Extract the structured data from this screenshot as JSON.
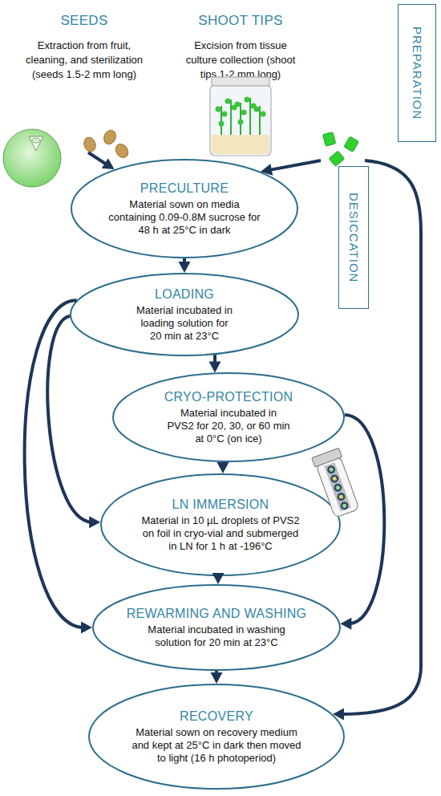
{
  "diagram": {
    "nodes": [
      {
        "text": [
          "SEEDS",
          "Extraction from fruit, cleaning, and sterilization (seeds 1.5-2 mm long)"
        ]
      },
      {
        "text": [
          "SHOOT TIPS",
          "Excision from tissue culture collection (shoot tips 1-2 mm long)"
        ]
      },
      {
        "text": [
          "PREPARATION"
        ]
      },
      {
        "text": [
          "PRECULTURE",
          "Material sown on media containing 0.09-0.8M sucrose for 48 h at 25°C in dark"
        ]
      },
      {
        "text": [
          "DESICCATION"
        ]
      },
      {
        "text": [
          "LOADING",
          "Material incubated in loading solution for 20 min at 23°C"
        ]
      },
      {
        "text": [
          "CRYO-PROTECTION",
          "Material incubated in PVS2 for 20, 30, or 60 min at 0°C (on ice)"
        ]
      },
      {
        "text": [
          "LN IMMERSION",
          "Material in 10 µL droplets of PVS2 on foil in cryo-vial and submerged in LN for 1 h at -196°C"
        ]
      },
      {
        "text": [
          "REWARMING AND WASHING",
          "Material incubated in washing solution for 20 min at 23°C"
        ]
      },
      {
        "text": [
          "RECOVERY",
          "Material sown on recovery medium and kept at 25°C in dark then moved to light (16 h photoperiod)"
        ]
      }
    ],
    "edges": [
      {
        "from": 0,
        "to": 3,
        "arrow": "to"
      },
      {
        "from": 1,
        "to": 3,
        "arrow": "to"
      },
      {
        "from": 1,
        "to": 9,
        "arrow": "to"
      },
      {
        "from": 3,
        "to": 5,
        "arrow": "to"
      },
      {
        "from": 5,
        "to": 6,
        "arrow": "to"
      },
      {
        "from": 6,
        "to": 7,
        "arrow": "to"
      },
      {
        "from": 7,
        "to": 8,
        "arrow": "to"
      },
      {
        "from": 8,
        "to": 9,
        "arrow": "to"
      },
      {
        "from": 5,
        "to": 7,
        "arrow": "to"
      },
      {
        "from": 5,
        "to": 8,
        "arrow": "to"
      },
      {
        "from": 6,
        "to": 8,
        "arrow": "to"
      }
    ]
  }
}
